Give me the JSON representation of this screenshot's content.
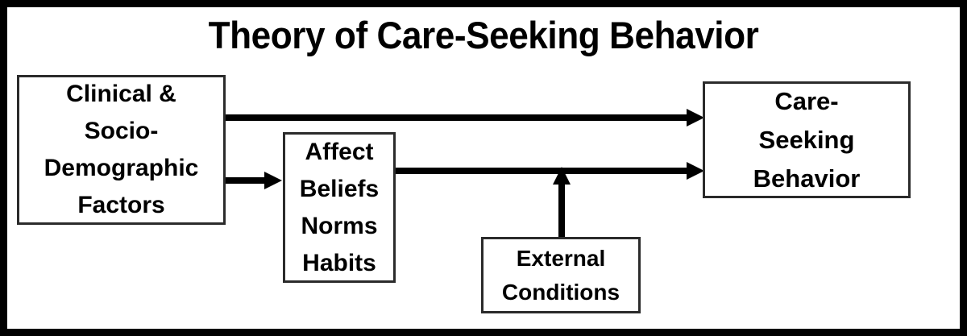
{
  "figure": {
    "title": "Theory of Care-Seeking Behavior",
    "frame_color": "#000000",
    "background_color": "#ffffff",
    "box_border_color": "#2b2b2b",
    "connector_color": "#000000"
  },
  "nodes": [
    {
      "id": "clinical-socio-demographic-factors",
      "label": "Clinical &\nSocio-\nDemographic\nFactors",
      "lines": [
        "Clinical &",
        "Socio-",
        "Demographic",
        "Factors"
      ]
    },
    {
      "id": "affect-beliefs-norms-habits",
      "label": "Affect\nBeliefs\nNorms\nHabits",
      "lines": [
        "Affect",
        "Beliefs",
        "Norms",
        "Habits"
      ]
    },
    {
      "id": "care-seeking-behavior",
      "label": "Care-\nSeeking\nBehavior",
      "lines": [
        "Care-",
        "Seeking",
        "Behavior"
      ]
    },
    {
      "id": "external-conditions",
      "label": "External\nConditions",
      "lines": [
        "External",
        "Conditions"
      ]
    }
  ],
  "edges": [
    {
      "id": "factors-to-behavior",
      "from": "clinical-socio-demographic-factors",
      "to": "care-seeking-behavior",
      "direction": "right"
    },
    {
      "id": "factors-to-affect",
      "from": "clinical-socio-demographic-factors",
      "to": "affect-beliefs-norms-habits",
      "direction": "right"
    },
    {
      "id": "affect-to-behavior",
      "from": "affect-beliefs-norms-habits",
      "to": "care-seeking-behavior",
      "direction": "right"
    },
    {
      "id": "external-to-affect-behavior-path",
      "from": "external-conditions",
      "to": "affect-to-behavior",
      "direction": "up"
    }
  ]
}
